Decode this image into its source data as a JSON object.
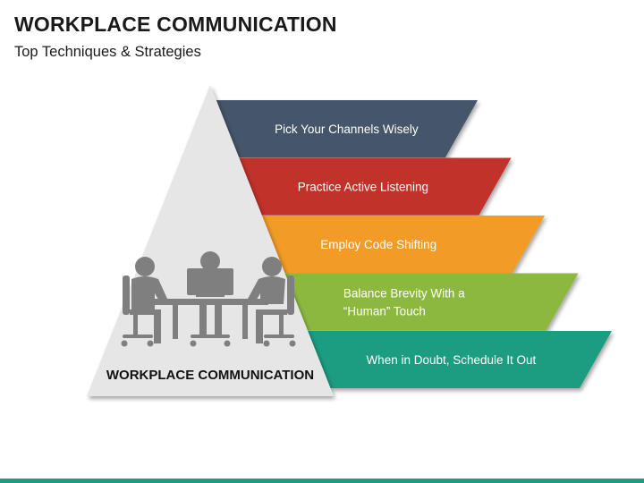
{
  "header": {
    "title": "WORKPLACE COMMUNICATION",
    "subtitle": "Top Techniques & Strategies"
  },
  "triangle": {
    "label": "WORKPLACE COMMUNICATION",
    "illustration": "meeting-table-people-icon",
    "fill": "#e6e6e6",
    "icon_color": "#7f7f7f"
  },
  "bands": [
    {
      "lines": [
        "Pick Your Channels Wisely"
      ],
      "color": "#44546a"
    },
    {
      "lines": [
        "Practice Active Listening"
      ],
      "color": "#c0312b"
    },
    {
      "lines": [
        "Employ Code Shifting"
      ],
      "color": "#f29b26"
    },
    {
      "lines": [
        "Balance Brevity With a",
        "“Human” Touch"
      ],
      "color": "#8db83f"
    },
    {
      "lines": [
        "When in Doubt, Schedule It Out"
      ],
      "color": "#1e9c80"
    }
  ],
  "footer": {
    "bar_color": "#1e9c80"
  }
}
